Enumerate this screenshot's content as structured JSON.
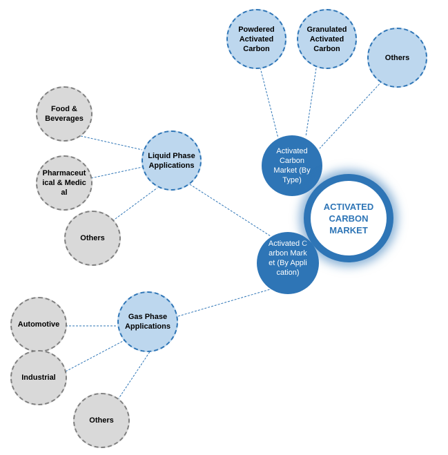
{
  "center": {
    "label": "ACTIVATED CARBON MARKET"
  },
  "segments": {
    "by_type": "Activated Carbon Market (By Type)",
    "by_application": "Activated Carbon Market (By Application)"
  },
  "types": [
    "Powdered Activated Carbon",
    "Granulated Activated Carbon",
    "Others"
  ],
  "applications": {
    "liquid": {
      "label": "Liquid Phase Applications",
      "children": [
        "Food & Beverages",
        "Pharmaceutical & Medical",
        "Others"
      ]
    },
    "gas": {
      "label": "Gas Phase Applications",
      "children": [
        "Automotive",
        "Industrial",
        "Others"
      ]
    }
  },
  "colors": {
    "primary": "#2e75b6",
    "light": "#bdd7ee",
    "gray": "#d9d9d9"
  }
}
